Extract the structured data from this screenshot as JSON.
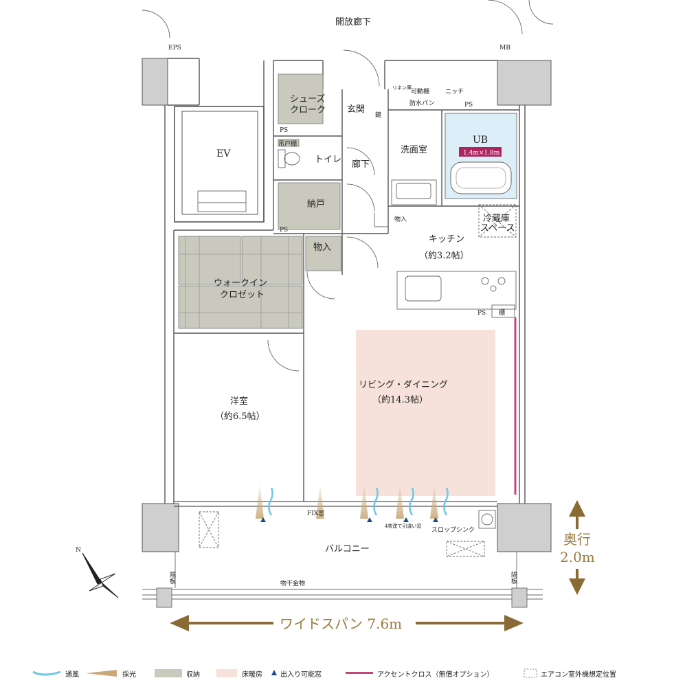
{
  "rooms": {
    "corridor": "開放廊下",
    "eps": "EPS",
    "mb": "MB",
    "ev": "EV",
    "shoes_cloak_1": "シューズ",
    "shoes_cloak_2": "クローク",
    "entrance": "玄関",
    "mirror": "鏡",
    "linen": "リネン庫",
    "movable_shelf": "可動棚",
    "waterproof_pan": "防水パン",
    "niche": "ニッチ",
    "ps": "PS",
    "ub": "UB",
    "ub_size": "1.4m×1.8m",
    "hanging_shelf": "吊戸棚",
    "toilet": "トイレ",
    "hallway": "廊下",
    "washroom": "洗面室",
    "storage_closet": "納戸",
    "fridge_1": "冷蔵庫",
    "fridge_2": "スペース",
    "storage_small": "物入",
    "storage_mid": "物入",
    "kitchen": "キッチン",
    "kitchen_size": "（約3.2帖）",
    "shelf": "棚",
    "wic_1": "ウォークイン",
    "wic_2": "クロゼット",
    "living": "リビング・ダイニング",
    "living_size": "（約14.3帖）",
    "western": "洋室",
    "western_size": "（約6.5帖）",
    "fix_window": "FIX窓",
    "sliding_window": "4枚建て引違い窓",
    "slop_sink": "スロップシンク",
    "balcony": "バルコニー",
    "partition": "隔板",
    "laundry": "物干金物",
    "north": "N"
  },
  "dimensions": {
    "depth_label_1": "奥行",
    "depth_label_2": "2.0m",
    "width_label": "ワイドスパン 7.6m"
  },
  "legend": [
    {
      "key": "wind",
      "label": "通風",
      "color": "#6ec6e6"
    },
    {
      "key": "light",
      "label": "採光",
      "color": "#c9a878"
    },
    {
      "key": "storage",
      "label": "収納",
      "color": "#c9c9bd"
    },
    {
      "key": "floor_heating",
      "label": "床暖房",
      "color": "#f6e2da"
    },
    {
      "key": "access_window",
      "label": "出入り可能窓",
      "color": "#1d4a8c"
    },
    {
      "key": "accent_cloth",
      "label": "アクセントクロス（無償オプション）",
      "color": "#c2477f"
    },
    {
      "key": "ac_outdoor",
      "label": "エアコン室外機想定位置",
      "color": "#888888"
    }
  ],
  "colors": {
    "storage": "#c9c9bd",
    "floor_heating": "#f6e2da",
    "ub": "#dceef7",
    "ub_badge": "#b0245e",
    "accent": "#c2477f",
    "dimension": "#8a6a35",
    "wall": "#cfcfcf"
  }
}
